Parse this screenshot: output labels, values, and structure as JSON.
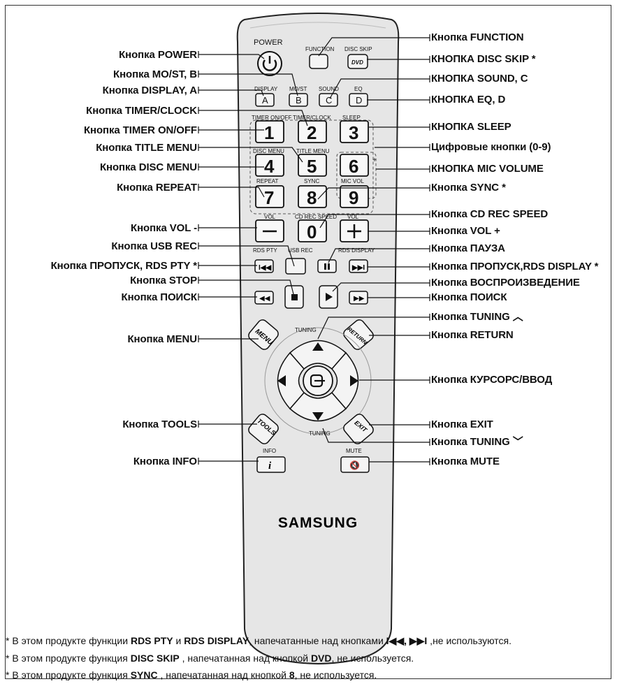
{
  "remote": {
    "brand": "SAMSUNG",
    "labels": {
      "power": "POWER",
      "function": "FUNCTION",
      "disc_skip": "DISC SKIP",
      "dvd": "DVD",
      "display": "DISPLAY",
      "mo_st": "MO/ST",
      "sound": "SOUND",
      "eq": "EQ",
      "timer_on_off": "TIMER ON/OFF",
      "timer_clock": "TIMER/CLOCK",
      "sleep": "SLEEP",
      "disc_menu": "DISC MENU",
      "title_menu": "TITLE MENU",
      "repeat": "REPEAT",
      "sync": "SYNC",
      "mic_vol": "MIC VOL",
      "vol_left": "VOL",
      "cd_rec_speed": "CD REC SPEED",
      "vol_right": "VOL",
      "rds_pty": "RDS PTY",
      "usb_rec": "USB REC",
      "rds_display": "RDS DISPLAY",
      "tuning_up": "TUNING",
      "tuning_down": "TUNING",
      "menu": "MENU",
      "return": "RETURN",
      "tools": "TOOLS",
      "exit": "EXIT",
      "info": "INFO",
      "info_icon": "i",
      "mute": "MUTE",
      "key_a": "A",
      "key_b": "B",
      "key_c": "C",
      "key_d": "D",
      "plus_sign": "+"
    },
    "digits": [
      "1",
      "2",
      "3",
      "4",
      "5",
      "6",
      "7",
      "8",
      "9",
      "0"
    ]
  },
  "callouts_left": [
    "Кнопка POWER",
    "Кнопка MO/ST, B",
    "Кнопка DISPLAY, A",
    "Кнопка TIMER/CLOCK",
    "Кнопка TIMER ON/OFF",
    "Кнопка TITLE MENU",
    "Кнопка DISC MENU",
    "Кнопка REPEAT",
    "Кнопка VOL -",
    "Кнопка USB REC",
    "Кнопка ПРОПУСК, RDS PTY *",
    "Кнопка STOP",
    "Кнопка ПОИСК",
    "Кнопка MENU",
    "Кнопка TOOLS",
    "Кнопка INFO"
  ],
  "callouts_right": [
    "Кнопка FUNCTION",
    "КНОПКА DISC SKIP *",
    "КНОПКА SOUND, C",
    "КНОПКА EQ, D",
    "КНОПКА SLEEP",
    "Цифровые кнопки (0-9)",
    "КНОПКА MIC VOLUME",
    "Кнопка SYNC *",
    "Кнопка CD REC SPEED",
    "Кнопка VOL +",
    "Кнопка ПАУЗА",
    "Кнопка ПРОПУСК,RDS DISPLAY *",
    "Кнопка ВОСПРОИЗВЕДЕНИЕ",
    "Кнопка ПОИСК",
    "Кнопка TUNING ︿",
    "Кнопка RETURN",
    "Кнопка КУРСОРС/ВВОД",
    "Кнопка EXIT",
    "Кнопка TUNING ﹀",
    "Кнопка MUTE"
  ],
  "notes": [
    {
      "pre": "*  В этом продукте функции ",
      "b1": "RDS PTY",
      "mid1": " и ",
      "b2": "RDS DISPLAY",
      "mid2": ", напечатанные над кнопками ",
      "b3": "I◀◀,  ▶▶I",
      "post": " ,не используются."
    },
    {
      "pre": "*  В этом продукте функция ",
      "b1": "DISC SKIP",
      "mid1": " , напечатанная над кнопкой ",
      "b2": "DVD",
      "mid2": ", не используется.",
      "b3": "",
      "post": ""
    },
    {
      "pre": "*  В этом продукте функция ",
      "b1": "SYNC",
      "mid1": " , напечатанная над кнопкой ",
      "b2": "8",
      "mid2": ", не используется.",
      "b3": "",
      "post": ""
    }
  ]
}
